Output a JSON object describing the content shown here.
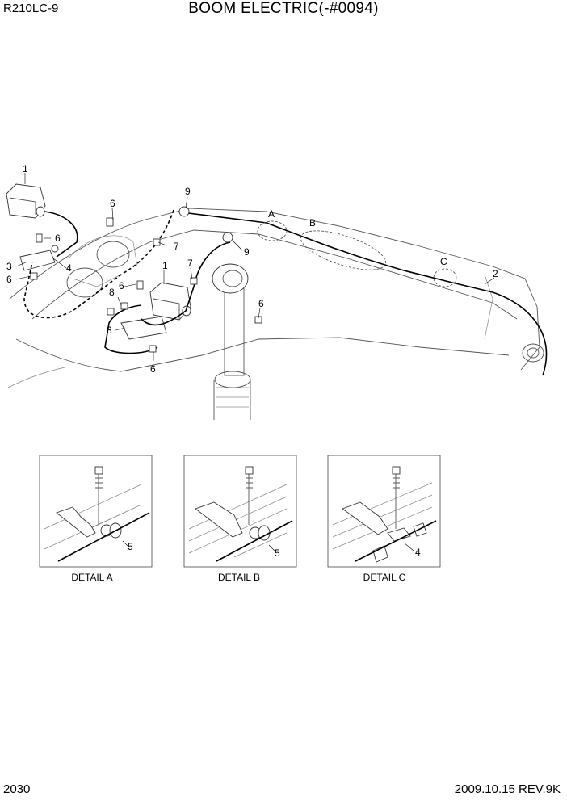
{
  "header": {
    "model": "R210LC-9",
    "title": "BOOM ELECTRIC(-#0094)"
  },
  "footer": {
    "page": "2030",
    "date_rev": "2009.10.15  REV.9K"
  },
  "callouts": {
    "c1a": "1",
    "c1b": "1",
    "c2": "2",
    "c3a": "3",
    "c3b": "3",
    "c4": "4",
    "c6a": "6",
    "c6b": "6",
    "c6c": "6",
    "c6d": "6",
    "c6e": "6",
    "c6f": "6",
    "c7a": "7",
    "c7b": "7",
    "c8": "8",
    "c9a": "9",
    "c9b": "9",
    "cA": "A",
    "cB": "B",
    "cC": "C"
  },
  "details": [
    {
      "label": "DETAIL A",
      "part": "5"
    },
    {
      "label": "DETAIL B",
      "part": "5"
    },
    {
      "label": "DETAIL C",
      "part": "4"
    }
  ]
}
